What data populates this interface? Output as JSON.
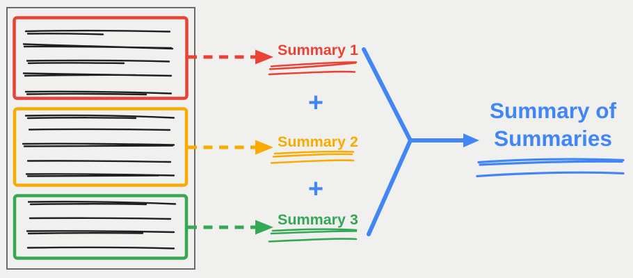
{
  "diagram": {
    "background_color": "#f0f0ee",
    "document": {
      "frame_color": "#6a6a6a",
      "ink_color": "#1f1f1f"
    },
    "sections": [
      {
        "label": "Summary 1",
        "color": "#ea4335",
        "text_lines": 5
      },
      {
        "label": "Summary 2",
        "color": "#f9ab00",
        "text_lines": 5
      },
      {
        "label": "Summary 3",
        "color": "#34a853",
        "text_lines": 4
      }
    ],
    "operators": {
      "plus_top": "+",
      "plus_bottom": "+"
    },
    "accent_color": "#4285f4",
    "result": {
      "line1": "Summary of",
      "line2": "Summaries"
    }
  }
}
